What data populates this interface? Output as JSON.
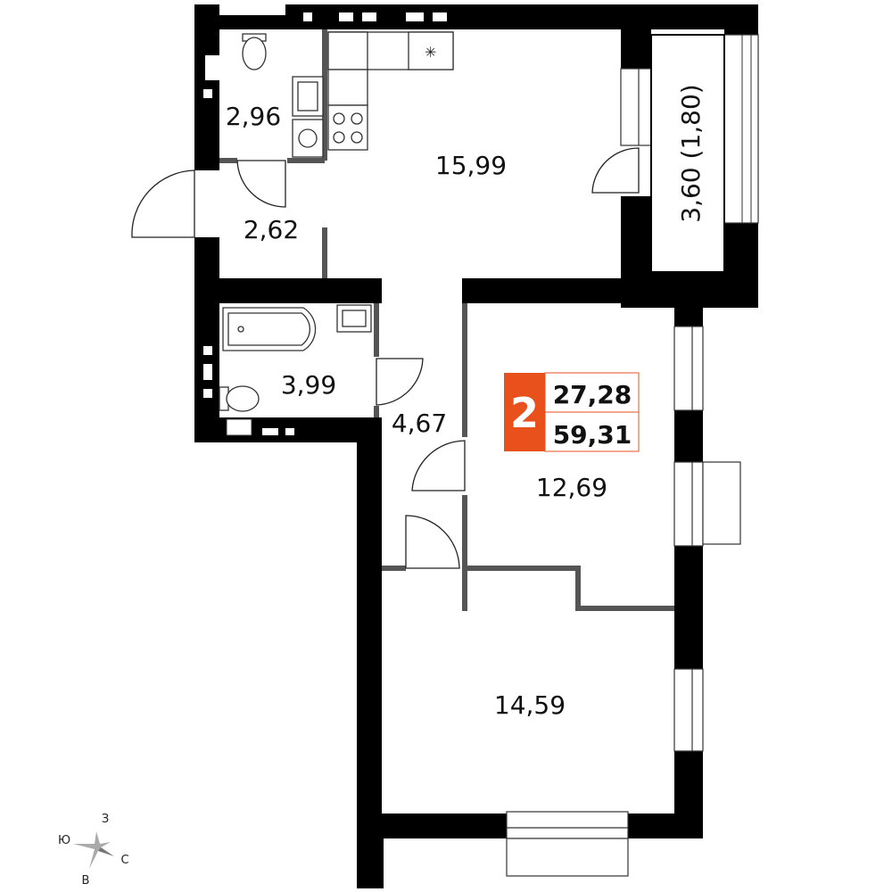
{
  "rooms": {
    "toilet": "2,96",
    "hall": "2,62",
    "kitchen": "15,99",
    "balcony": "3,60 (1,80)",
    "bathroom": "3,99",
    "corridor": "4,67",
    "bedroom": "12,69",
    "living": "14,59"
  },
  "badge": {
    "rooms_count": "2",
    "living_area": "27,28",
    "total_area": "59,31",
    "color": "#E8501C"
  },
  "compass": {
    "north": "С",
    "south": "Ю",
    "west": "З",
    "east": "В"
  }
}
